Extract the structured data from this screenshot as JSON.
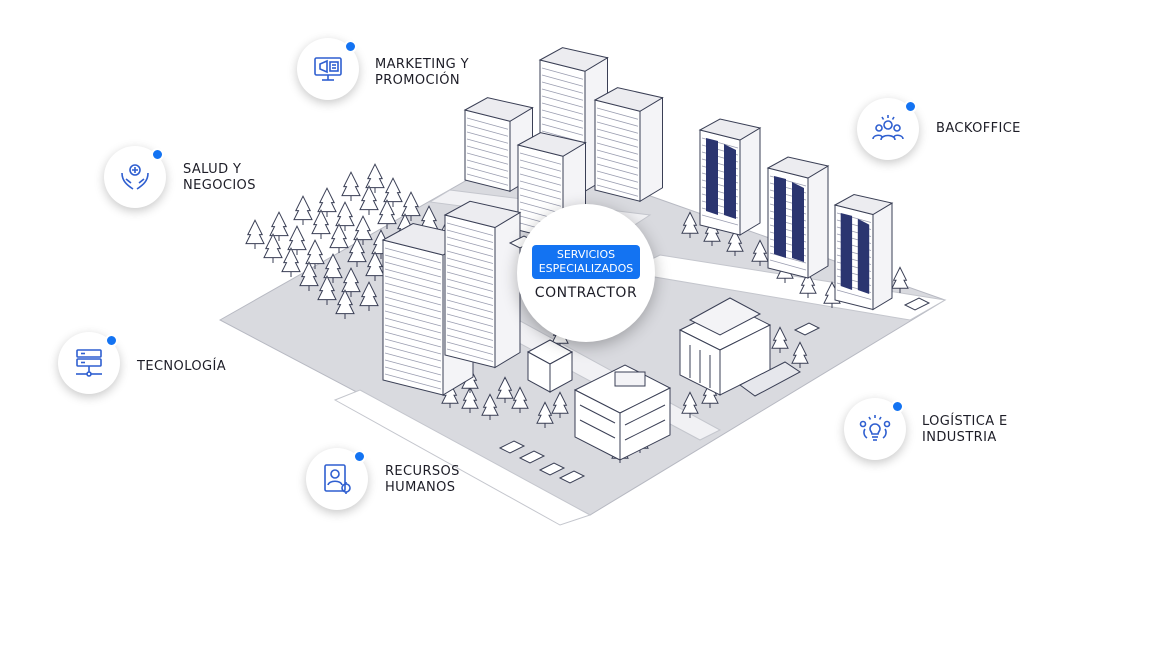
{
  "hub": {
    "badge": "SERVICIOS\nESPECIALIZADOS",
    "subtitle": "CONTRACTOR"
  },
  "services": [
    {
      "id": "marketing",
      "label": "MARKETING Y\nPROMOCIÓN",
      "icon": "megaphone-screen-icon"
    },
    {
      "id": "salud",
      "label": "SALUD Y\nNEGOCIOS",
      "icon": "hands-heart-icon"
    },
    {
      "id": "tecnologia",
      "label": "TECNOLOGÍA",
      "icon": "server-network-icon"
    },
    {
      "id": "rrhh",
      "label": "RECURSOS\nHUMANOS",
      "icon": "person-profile-gear-icon"
    },
    {
      "id": "backoffice",
      "label": "BACKOFFICE",
      "icon": "team-group-icon"
    },
    {
      "id": "logistica",
      "label": "LOGÍSTICA E\nINDUSTRIA",
      "icon": "bulb-gears-icon"
    }
  ],
  "colors": {
    "accent": "#1373f2",
    "icon_stroke": "#2f5fd0",
    "building_dark": "#2b3570",
    "outline": "#3a3f55",
    "ground": "#d9dadf"
  }
}
